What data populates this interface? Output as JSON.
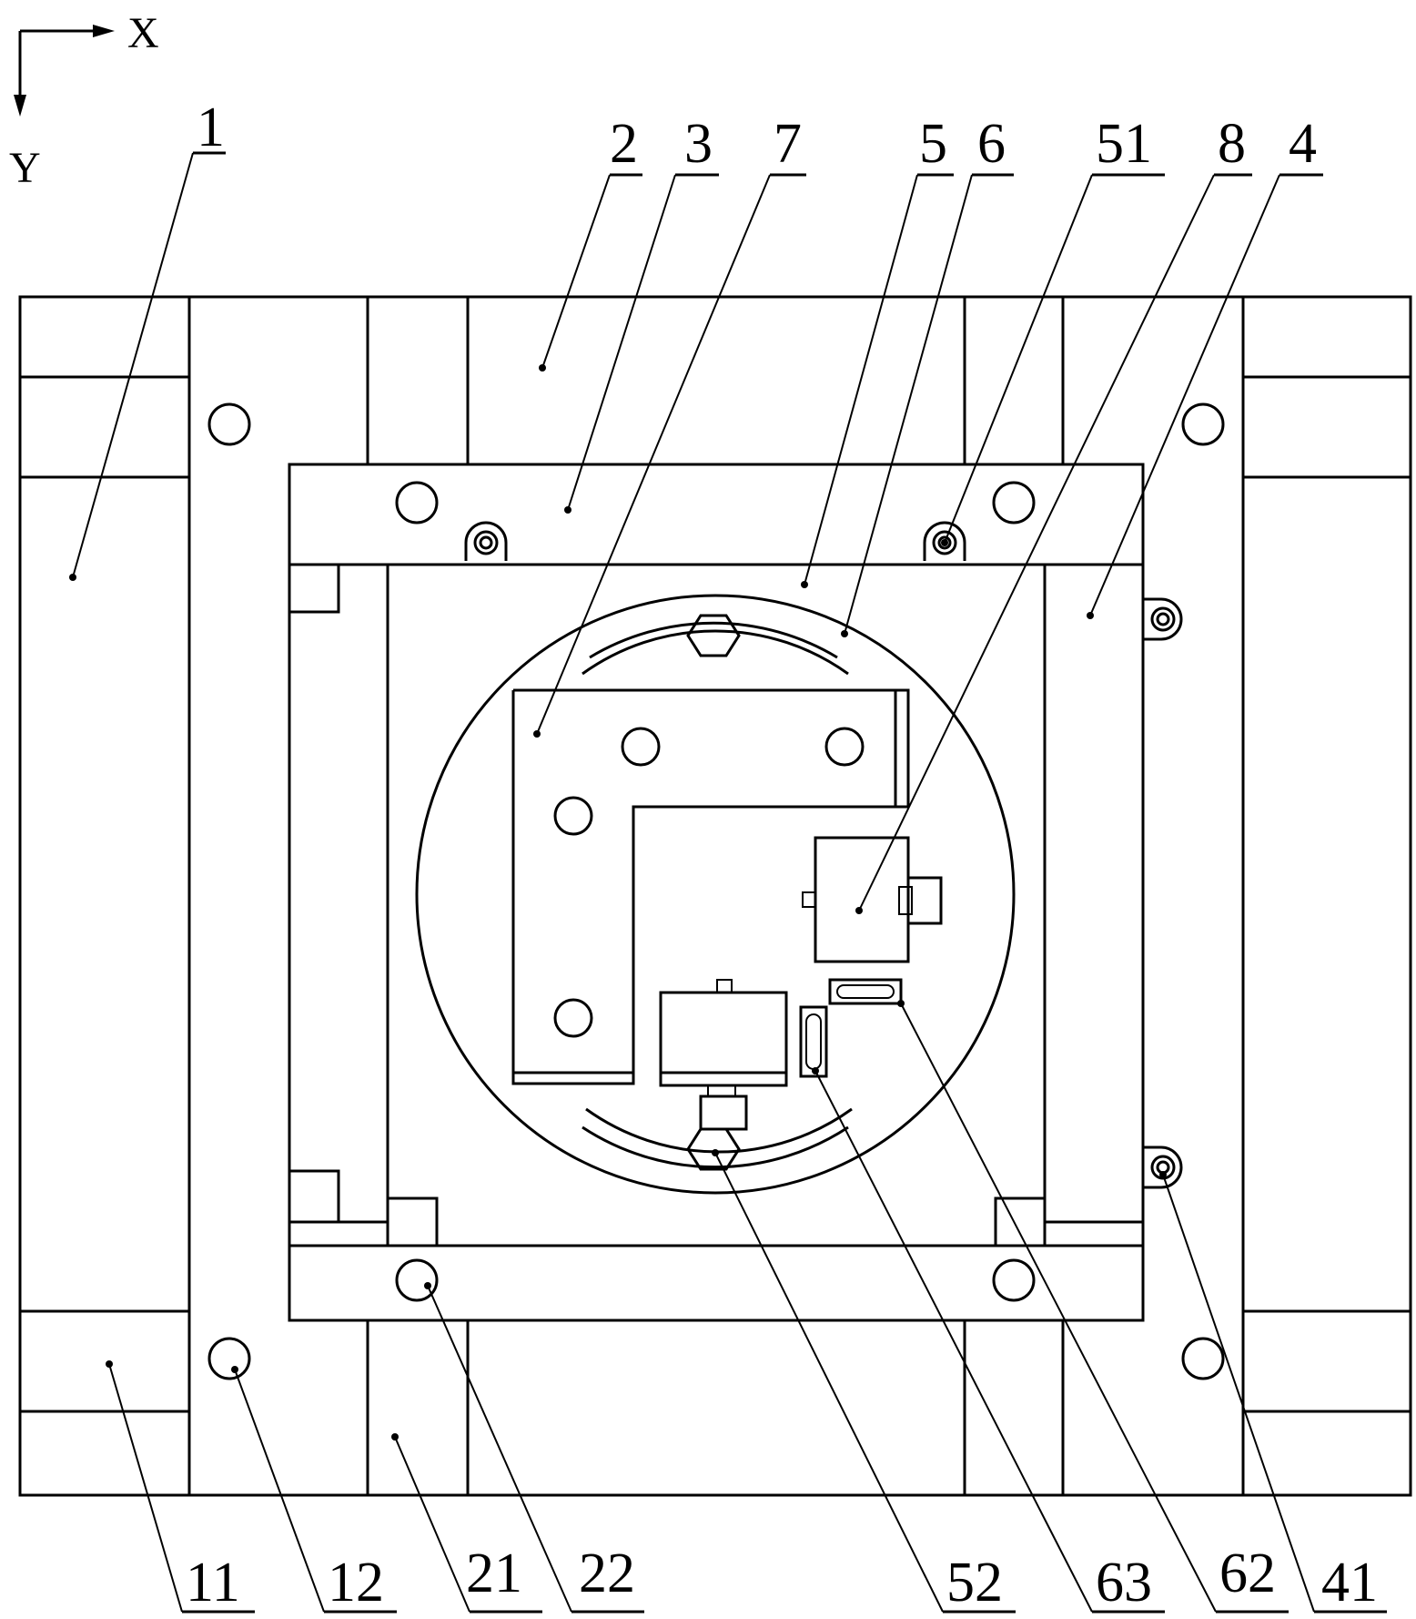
{
  "axes": {
    "x_label": "X",
    "y_label": "Y"
  },
  "labels": [
    {
      "id": "1",
      "text": "1"
    },
    {
      "id": "2",
      "text": "2"
    },
    {
      "id": "3",
      "text": "3"
    },
    {
      "id": "7",
      "text": "7"
    },
    {
      "id": "5",
      "text": "5"
    },
    {
      "id": "6",
      "text": "6"
    },
    {
      "id": "51",
      "text": "51"
    },
    {
      "id": "8",
      "text": "8"
    },
    {
      "id": "4",
      "text": "4"
    },
    {
      "id": "11",
      "text": "11"
    },
    {
      "id": "12",
      "text": "12"
    },
    {
      "id": "21",
      "text": "21"
    },
    {
      "id": "22",
      "text": "22"
    },
    {
      "id": "52",
      "text": "52"
    },
    {
      "id": "63",
      "text": "63"
    },
    {
      "id": "62",
      "text": "62"
    },
    {
      "id": "41",
      "text": "41"
    }
  ]
}
